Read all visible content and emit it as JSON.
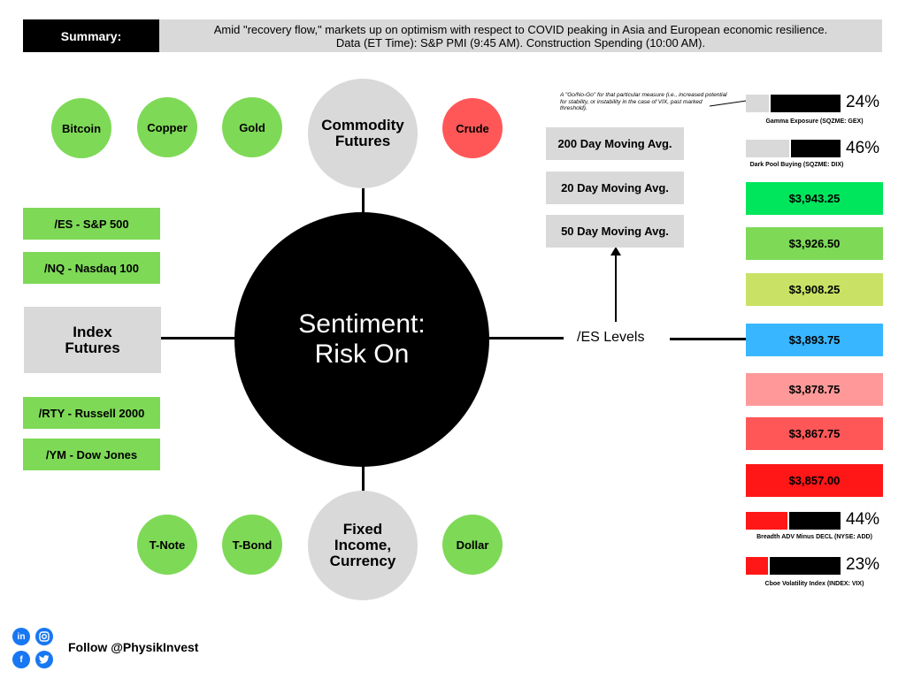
{
  "summary": {
    "label": "Summary:",
    "line1": "Amid \"recovery flow,\" markets up on optimism with respect to COVID peaking in Asia and European economic resilience.",
    "line2": "Data (ET Time): S&P PMI (9:45 AM). Construction Spending (10:00 AM)."
  },
  "center": {
    "line1": "Sentiment:",
    "line2": "Risk On"
  },
  "commodities": {
    "hub": {
      "line1": "Commodity",
      "line2": "Futures"
    },
    "items": [
      "Bitcoin",
      "Copper",
      "Gold",
      "Crude"
    ]
  },
  "fixed_income": {
    "hub": {
      "line1": "Fixed",
      "line2": "Income,",
      "line3": "Currency"
    },
    "items": [
      "T-Note",
      "T-Bond",
      "Dollar"
    ]
  },
  "index_futures": {
    "hub": {
      "line1": "Index",
      "line2": "Futures"
    },
    "items": [
      "/ES - S&P 500",
      "/NQ - Nasdaq 100",
      "/RTY - Russell 2000",
      "/YM - Dow Jones"
    ]
  },
  "moving_averages": [
    "200 Day Moving Avg.",
    "20 Day Moving Avg.",
    "50 Day Moving Avg."
  ],
  "es_levels_label": "/ES Levels",
  "note": "A \"Go/No-Go\" for that particular measure (i.e., increased potential for stability, or instability in the case of VIX, past marked threshold).",
  "levels": [
    {
      "value": "$3,943.25",
      "color": "#00e65c"
    },
    {
      "value": "$3,926.50",
      "color": "#7ed957"
    },
    {
      "value": "$3,908.25",
      "color": "#c9e265"
    },
    {
      "value": "$3,893.75",
      "color": "#38b6ff"
    },
    {
      "value": "$3,878.75",
      "color": "#ff9999"
    },
    {
      "value": "$3,867.75",
      "color": "#ff5757"
    },
    {
      "value": "$3,857.00",
      "color": "#ff1616"
    }
  ],
  "gauges": [
    {
      "percent_label": "24%",
      "caption": "Gamma Exposure (SQZME: GEX)",
      "fill_color": "#d9d9d9",
      "fill_fraction": 0.24
    },
    {
      "percent_label": "46%",
      "caption": "Dark Pool Buying (SQZME: DIX)",
      "fill_color": "#d9d9d9",
      "fill_fraction": 0.46
    },
    {
      "percent_label": "44%",
      "caption": "Breadth ADV Minus DECL (NYSE: ADD)",
      "fill_color": "#ff1616",
      "fill_fraction": 0.44
    },
    {
      "percent_label": "23%",
      "caption": "Cboe Volatility Index (INDEX: VIX)",
      "fill_color": "#ff1616",
      "fill_fraction": 0.23
    }
  ],
  "social": {
    "follow": "Follow @PhysikInvest",
    "icons": [
      "linkedin-icon",
      "instagram-icon",
      "facebook-icon",
      "twitter-icon"
    ]
  }
}
